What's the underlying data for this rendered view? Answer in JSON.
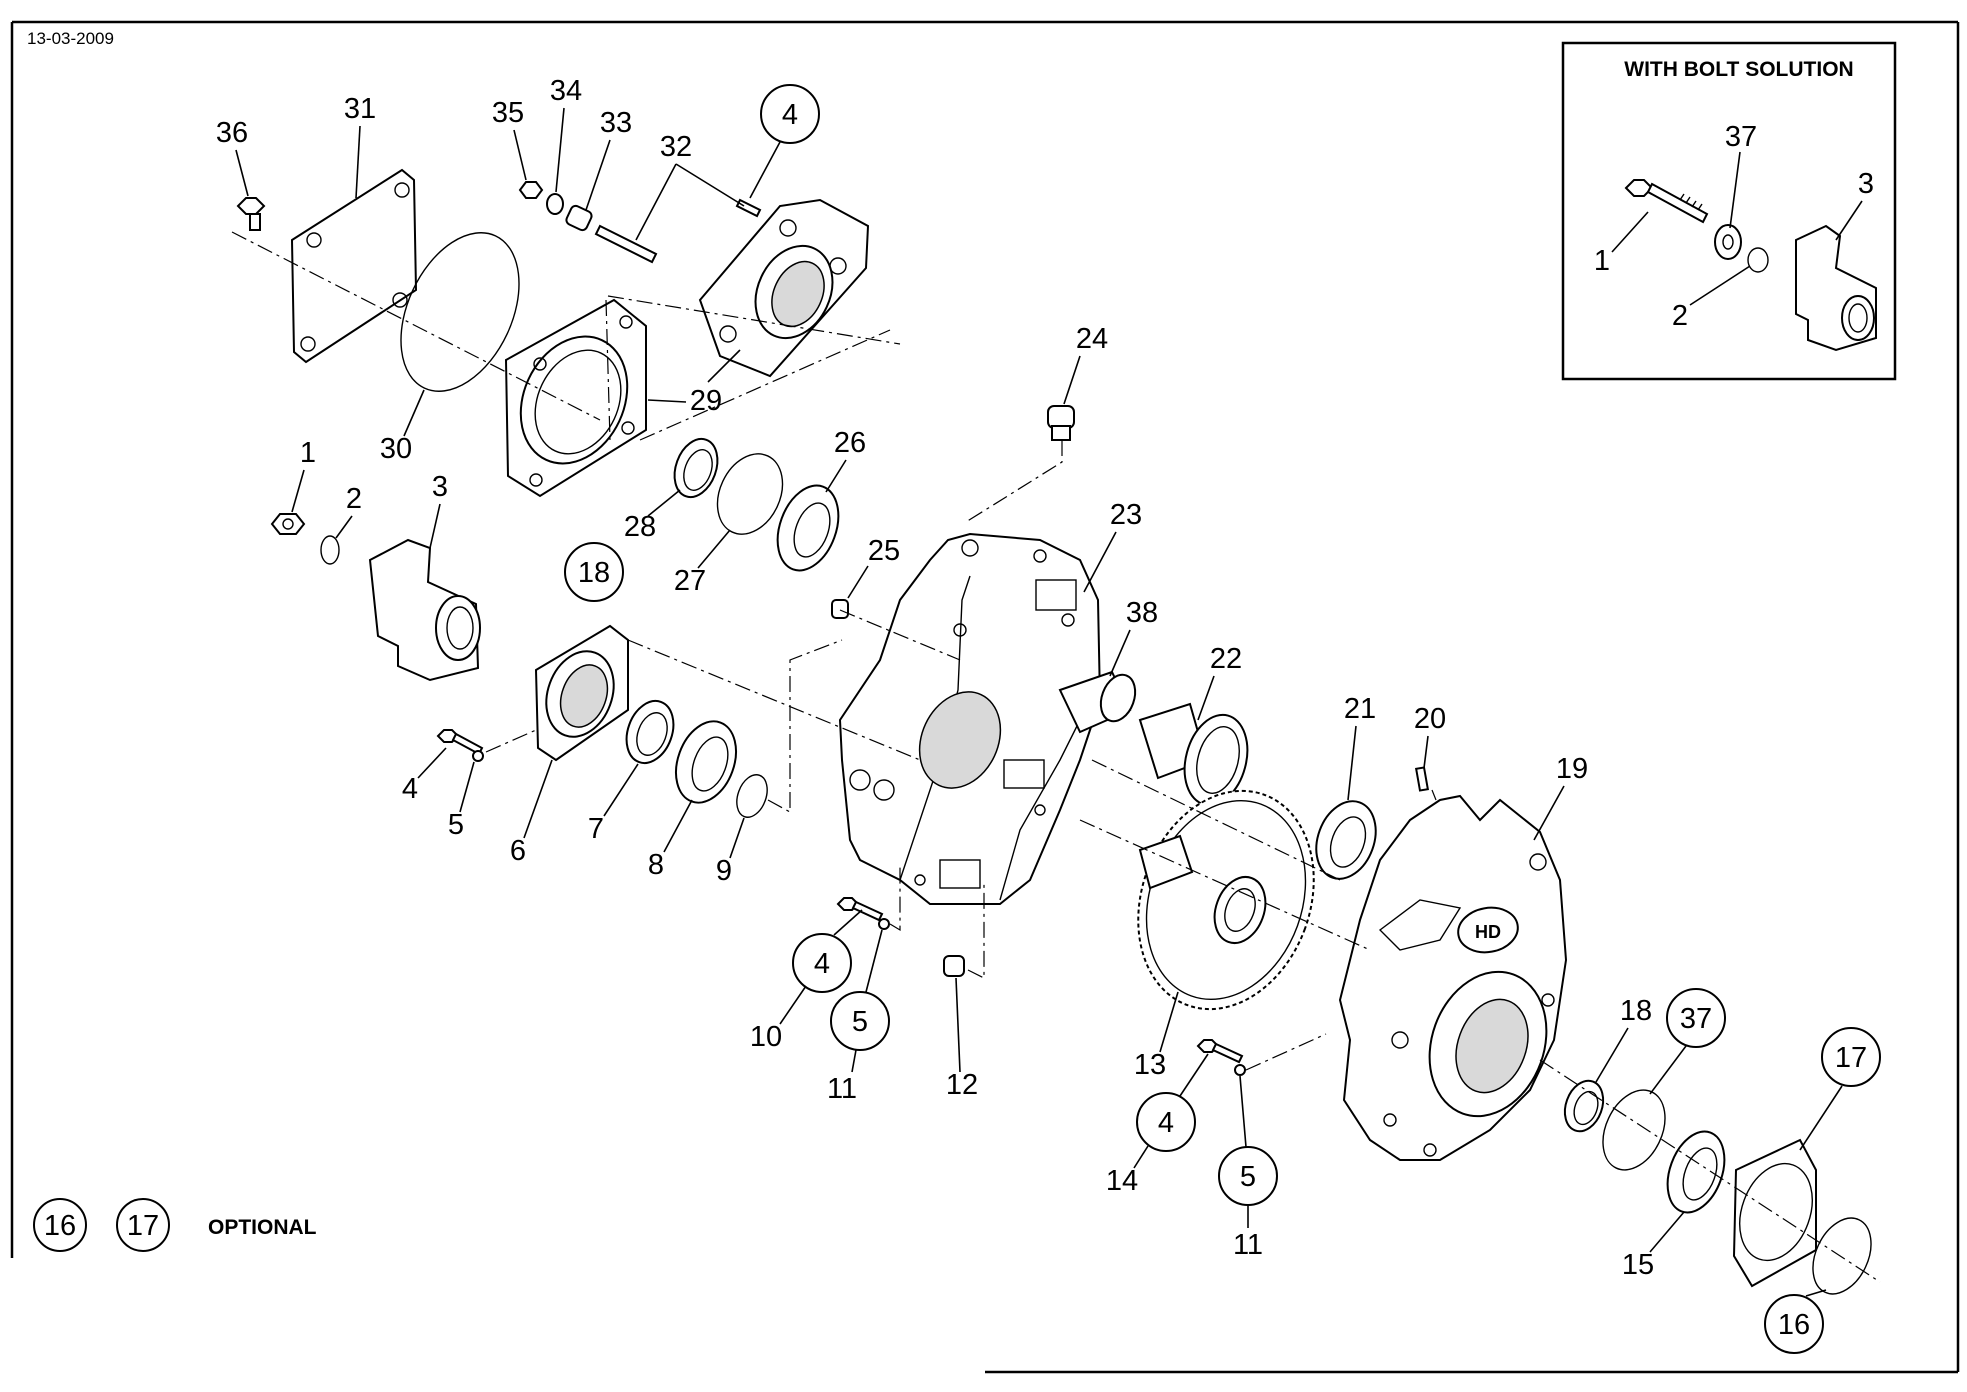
{
  "header": {
    "date": "13-03-2009"
  },
  "inset": {
    "title": "WITH BOLT SOLUTION",
    "labels": [
      "1",
      "2",
      "3",
      "37"
    ]
  },
  "footer_note": {
    "circled": [
      "16",
      "17"
    ],
    "text": "OPTIONAL"
  },
  "callouts": [
    {
      "id": "1"
    },
    {
      "id": "2"
    },
    {
      "id": "3"
    },
    {
      "id": "4"
    },
    {
      "id": "5"
    },
    {
      "id": "6"
    },
    {
      "id": "7"
    },
    {
      "id": "8"
    },
    {
      "id": "9"
    },
    {
      "id": "10"
    },
    {
      "id": "11"
    },
    {
      "id": "12"
    },
    {
      "id": "13"
    },
    {
      "id": "14"
    },
    {
      "id": "15"
    },
    {
      "id": "16"
    },
    {
      "id": "17"
    },
    {
      "id": "18"
    },
    {
      "id": "19"
    },
    {
      "id": "20"
    },
    {
      "id": "21"
    },
    {
      "id": "22"
    },
    {
      "id": "23"
    },
    {
      "id": "24"
    },
    {
      "id": "25"
    },
    {
      "id": "26"
    },
    {
      "id": "27"
    },
    {
      "id": "28"
    },
    {
      "id": "29"
    },
    {
      "id": "30"
    },
    {
      "id": "31"
    },
    {
      "id": "32"
    },
    {
      "id": "33"
    },
    {
      "id": "34"
    },
    {
      "id": "35"
    },
    {
      "id": "36"
    },
    {
      "id": "37"
    },
    {
      "id": "38"
    }
  ],
  "circled_callouts": [
    "4",
    "18",
    "4",
    "5",
    "4",
    "5",
    "37",
    "17",
    "16"
  ],
  "repeated_labels": [
    "11",
    "11"
  ]
}
